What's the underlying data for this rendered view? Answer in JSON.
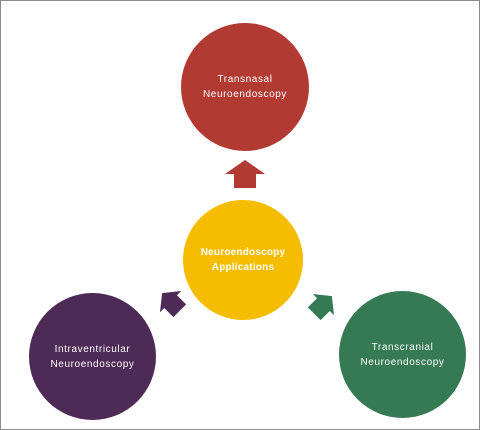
{
  "diagram": {
    "center": {
      "label": "Neuroendoscopy\nApplications",
      "color": "#f5bc00"
    },
    "nodes": [
      {
        "id": "top",
        "label": "Transnasal\nNeuroendoscopy",
        "color": "#b13a33"
      },
      {
        "id": "left",
        "label": "Intraventricular\nNeuroendoscopy",
        "color": "#4e2a56"
      },
      {
        "id": "right",
        "label": "Transcranial\nNeuroendoscopy",
        "color": "#357a52"
      }
    ],
    "arrows": [
      {
        "target": "top",
        "color": "#b13a33"
      },
      {
        "target": "left",
        "color": "#4e2a56"
      },
      {
        "target": "right",
        "color": "#357a52"
      }
    ]
  }
}
